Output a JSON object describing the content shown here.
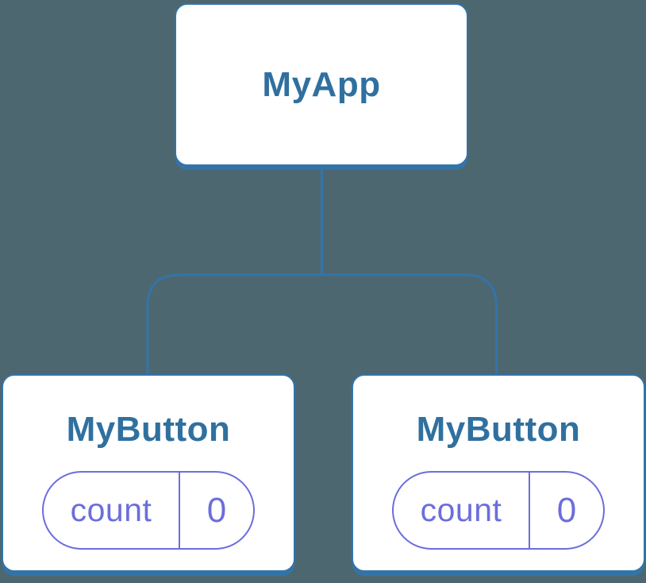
{
  "diagram": {
    "type": "component-tree",
    "root": {
      "label": "MyApp"
    },
    "children": [
      {
        "label": "MyButton",
        "state": {
          "key": "count",
          "value": "0"
        }
      },
      {
        "label": "MyButton",
        "state": {
          "key": "count",
          "value": "0"
        }
      }
    ]
  },
  "colors": {
    "background": "#4D6770",
    "node_border": "#3374A8",
    "node_fill": "#FFFFFF",
    "component_text": "#30709F",
    "state_accent": "#6B6EDB",
    "connector": "#3374A8"
  }
}
